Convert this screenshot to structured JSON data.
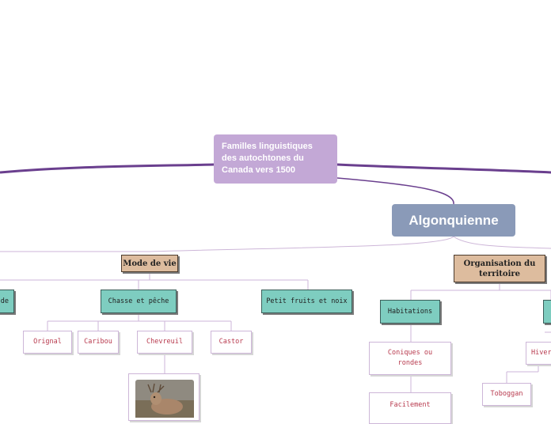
{
  "root": {
    "label": "Familles linguistiques des autochtones du Canada vers 1500",
    "color": "#c3a8d6"
  },
  "main": {
    "label": "Algonquienne",
    "color": "#8a9ab8"
  },
  "branches": {
    "mode_de_vie": "Mode de vie",
    "organisation": "Organisation du territoire"
  },
  "topics": {
    "left_cut": "de",
    "chasse": "Chasse et pêche",
    "petits_fruits": "Petit fruits et noix",
    "habitations": "Habitations"
  },
  "leaves": {
    "orignal": "Orignal",
    "caribou": "Caribou",
    "chevreuil": "Chevreuil",
    "castor": "Castor",
    "coniques": "Coniques ou rondes",
    "facilement": "Facilement",
    "hiver": "Hiver",
    "toboggan": "Toboggan"
  },
  "icons": {
    "chevreuil_photo": "deer-photo"
  },
  "colors": {
    "connector_main": "#6a3f8e",
    "connector_light": "#cdb6d8",
    "tan_node": "#ddbc9e",
    "teal_node": "#7ecdc0",
    "leaf_text": "#b83a4e"
  }
}
